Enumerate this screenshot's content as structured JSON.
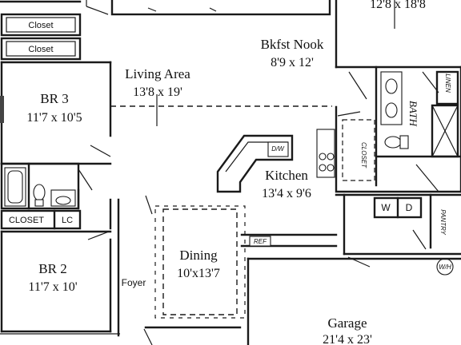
{
  "rooms": {
    "closet_top_1": "Closet",
    "closet_top_2": "Closet",
    "br3": {
      "name": "BR 3",
      "size": "11'7 x 10'5"
    },
    "living": {
      "name": "Living Area",
      "size": "13'8 x 19'"
    },
    "bkfst": {
      "name": "Bkfst Nook",
      "size": "8'9 x 12'"
    },
    "top_room_size": "12'8 x 18'8",
    "kitchen": {
      "name": "Kitchen",
      "size": "13'4 x 9'6"
    },
    "dining": {
      "name": "Dining",
      "size": "10'x13'7"
    },
    "br2": {
      "name": "BR 2",
      "size": "11'7 x 10'"
    },
    "garage": {
      "name": "Garage",
      "size": "21'4 x 23'"
    },
    "foyer": "Foyer",
    "closet_mid": "CLOSET",
    "lc": "LC"
  },
  "fixtures": {
    "dw": "D/W",
    "washer": "W",
    "dryer": "D",
    "pantry": "PANTRY",
    "linen": "LINEN",
    "bath": "BATH",
    "closet_side": "CLOSET",
    "ref": "REF",
    "wh": "W/H"
  }
}
